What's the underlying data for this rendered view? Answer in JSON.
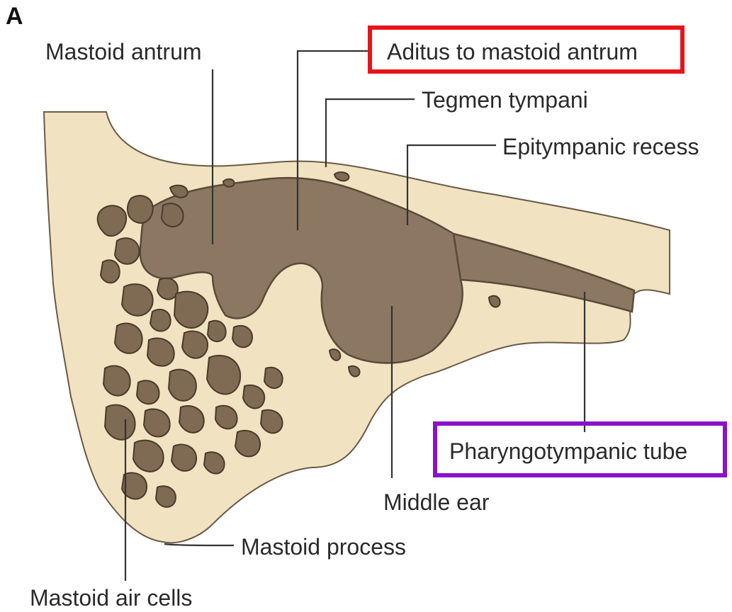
{
  "panel_letter": "A",
  "labels": {
    "mastoid_antrum": "Mastoid antrum",
    "aditus": "Aditus to mastoid antrum",
    "tegmen": "Tegmen tympani",
    "epitympanic": "Epitympanic recess",
    "pharyngotympanic": "Pharyngotympanic tube",
    "middle_ear": "Middle ear",
    "mastoid_process": "Mastoid process",
    "mastoid_air_cells": "Mastoid air cells"
  },
  "highlight_colors": {
    "aditus_box": "#e8131a",
    "pharyngotympanic_box": "#8a12c8"
  },
  "colors": {
    "bone": "#f1e3c2",
    "cavity": "#8c7862",
    "air_cell": "#7f6a53"
  }
}
